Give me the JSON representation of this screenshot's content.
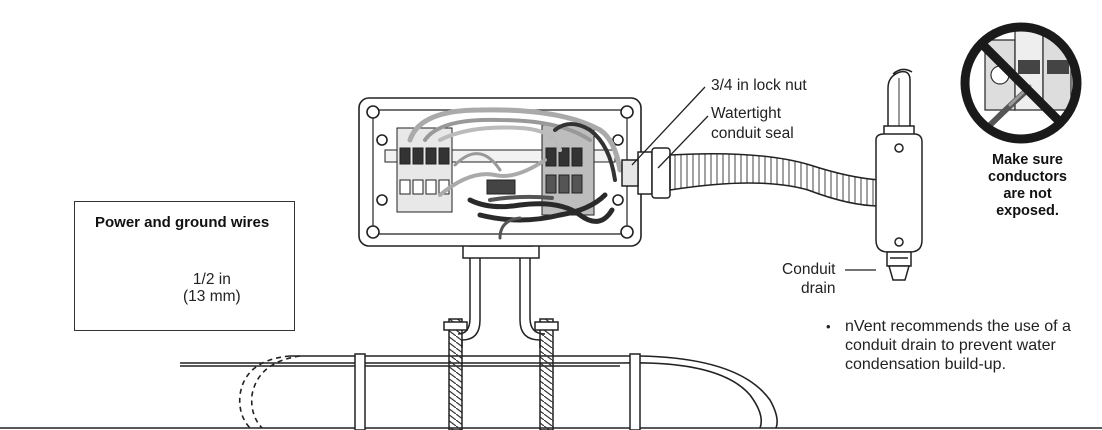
{
  "labels": {
    "lock_nut": "3/4 in lock nut",
    "conduit_seal_line1": "Watertight",
    "conduit_seal_line2": "conduit seal",
    "conduit_drain_line1": "Conduit",
    "conduit_drain_line2": "drain"
  },
  "inset": {
    "title": "Power and ground wires",
    "strip_length_in": "1/2 in",
    "strip_length_mm": "(13 mm)"
  },
  "warning": {
    "line1": "Make sure",
    "line2": "conductors",
    "line3": "are not",
    "line4": "exposed."
  },
  "note": {
    "bullet": "•",
    "text": "nVent recommends the use of a conduit drain to prevent water condensation build-up."
  },
  "icons": {
    "prohibited": "prohibited-icon"
  },
  "colors": {
    "line": "#2a2a2a",
    "wire_gray": "#9a9a9a",
    "wire_dark": "#333333",
    "prohibit": "#1a1a1a"
  }
}
